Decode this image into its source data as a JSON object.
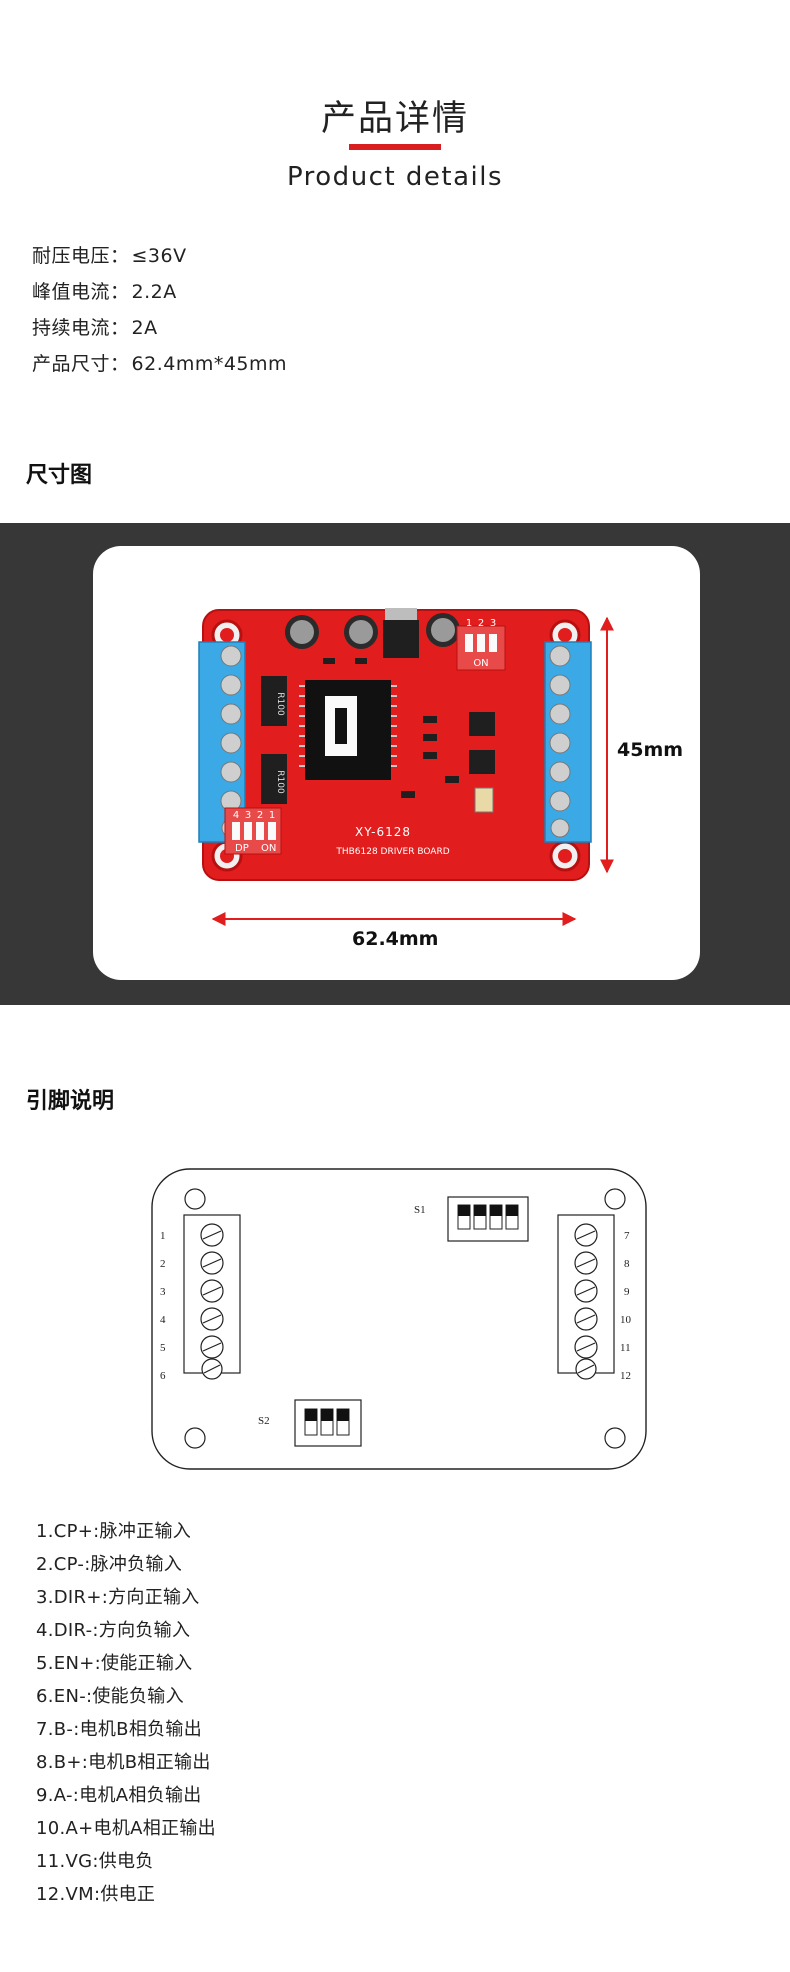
{
  "header": {
    "title_cn": "产品详情",
    "title_en": "Product details"
  },
  "specs": [
    {
      "label": "耐压电压：",
      "value": "≤36V"
    },
    {
      "label": "峰值电流：",
      "value": "2.2A"
    },
    {
      "label": "持续电流：",
      "value": "2A"
    },
    {
      "label": "产品尺寸：",
      "value": "62.4mm*45mm"
    }
  ],
  "sections": {
    "dimensions": "尺寸图",
    "pinout": "引脚说明"
  },
  "dimensions": {
    "height": "45mm",
    "width": "62.4mm"
  },
  "board": {
    "silk_model": "XY-6128",
    "silk_name": "THB6128 DRIVER BOARD",
    "dip_left_labels": [
      "4",
      "3",
      "2",
      "1"
    ],
    "dip_left_caption": "DP",
    "dip_left_on": "ON",
    "dip_right_labels": [
      "1",
      "2",
      "3"
    ],
    "dip_right_on": "ON",
    "resistor_label": "R100",
    "colors": {
      "pcb": "#e21d1d",
      "terminal": "#3aa9e6",
      "metal": "#c9c9c9"
    }
  },
  "diagram": {
    "s1_label": "S1",
    "s2_label": "S2",
    "left_pins": [
      "1",
      "2",
      "3",
      "4",
      "5",
      "6"
    ],
    "right_pins": [
      "7",
      "8",
      "9",
      "10",
      "11",
      "12"
    ]
  },
  "pins": [
    "1.CP+:脉冲正输入",
    "2.CP-:脉冲负输入",
    "3.DIR+:方向正输入",
    "4.DIR-:方向负输入",
    "5.EN+:使能正输入",
    "6.EN-:使能负输入",
    "7.B-:电机B相负输出",
    "8.B+:电机B相正输出",
    "9.A-:电机A相负输出",
    "10.A+电机A相正输出",
    "11.VG:供电负",
    "12.VM:供电正"
  ]
}
